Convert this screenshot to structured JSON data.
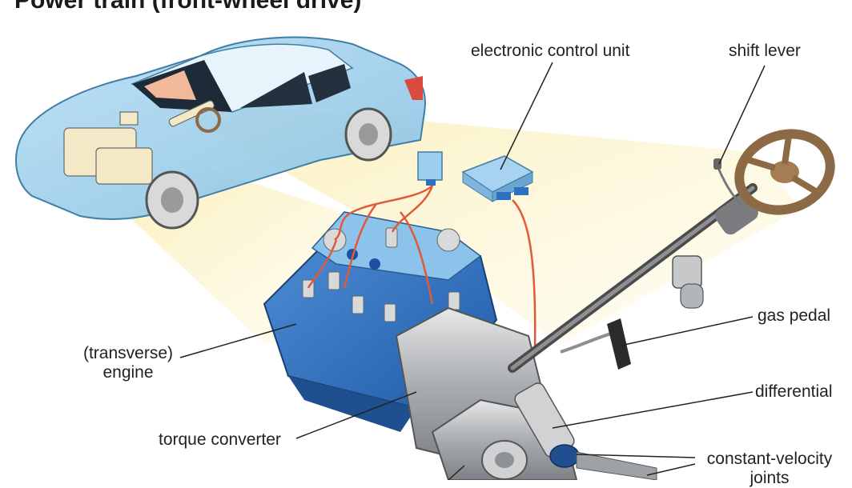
{
  "title": "Power train (front-wheel drive)",
  "labels": {
    "ecu": "electronic control unit",
    "shift_lever": "shift lever",
    "engine_line1": "(transverse)",
    "engine_line2": "engine",
    "gas_pedal": "gas pedal",
    "differential": "differential",
    "torque_converter": "torque converter",
    "cv_line1": "constant-velocity",
    "cv_line2": "joints"
  },
  "colors": {
    "car_body": "#9fd0ec",
    "car_outline": "#3f7fa6",
    "highlight_cone": "#f6e9a8",
    "engine_blue": "#2f6fbf",
    "engine_light": "#8cc3ea",
    "wiring": "#e05a3a",
    "metal": "#b9bcbf",
    "steering_wheel": "#8c6a45"
  }
}
